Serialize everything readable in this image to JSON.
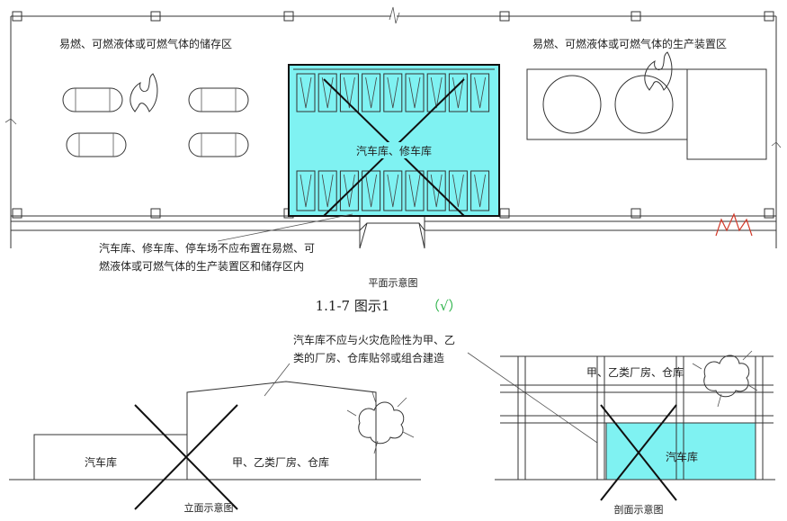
{
  "plan": {
    "storage_zone_label": "易燃、可燃液体或可燃气体的储存区",
    "production_zone_label": "易燃、可燃液体或可燃气体的生产装置区",
    "garage_label": "汽车库、修车库",
    "note_line1": "汽车库、修车库、停车场不应布置在易燃、可",
    "note_line2": "燃液体或可燃气体的生产装置区和储存区内",
    "title": "平面示意图"
  },
  "caption": {
    "text": "1.1-7  图示1",
    "check": "（√）"
  },
  "elevation": {
    "note_line1": "汽车库不应与火灾危险性为甲、乙",
    "note_line2": "类的厂房、仓库贴邻或组合建造",
    "garage_label": "汽车库",
    "factory_label": "甲、乙类厂房、仓库",
    "title": "立面示意图"
  },
  "section": {
    "factory_label": "甲、乙类厂房、仓库",
    "garage_label": "汽车库",
    "title": "剖面示意图"
  },
  "colors": {
    "garage_fill": "#7ff2f2",
    "check_green": "#2db34a",
    "flame_red": "#d23a2a"
  }
}
